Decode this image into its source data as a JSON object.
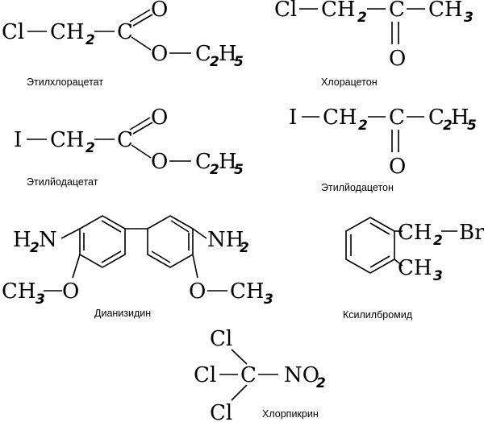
{
  "atoms": {
    "cl": "Cl",
    "ch": "CH",
    "c": "C",
    "o": "O",
    "i": "I",
    "h": "H",
    "n": "N",
    "nh": "NH",
    "br": "Br",
    "no": "NO",
    "two": "2",
    "three": "3",
    "five": "5"
  },
  "compounds": {
    "ethyl_chloroacetate": "Этилхлорацетат",
    "chloroacetone": "Хлорацетон",
    "ethyl_iodoacetate": "Этилйодацетат",
    "ethyl_iodoacetone": "Этилйодацетон",
    "dianisidine": "Дианизидин",
    "xylyl_bromide": "Ксилилбромид",
    "chloropicrin": "Хлорпикрин"
  }
}
